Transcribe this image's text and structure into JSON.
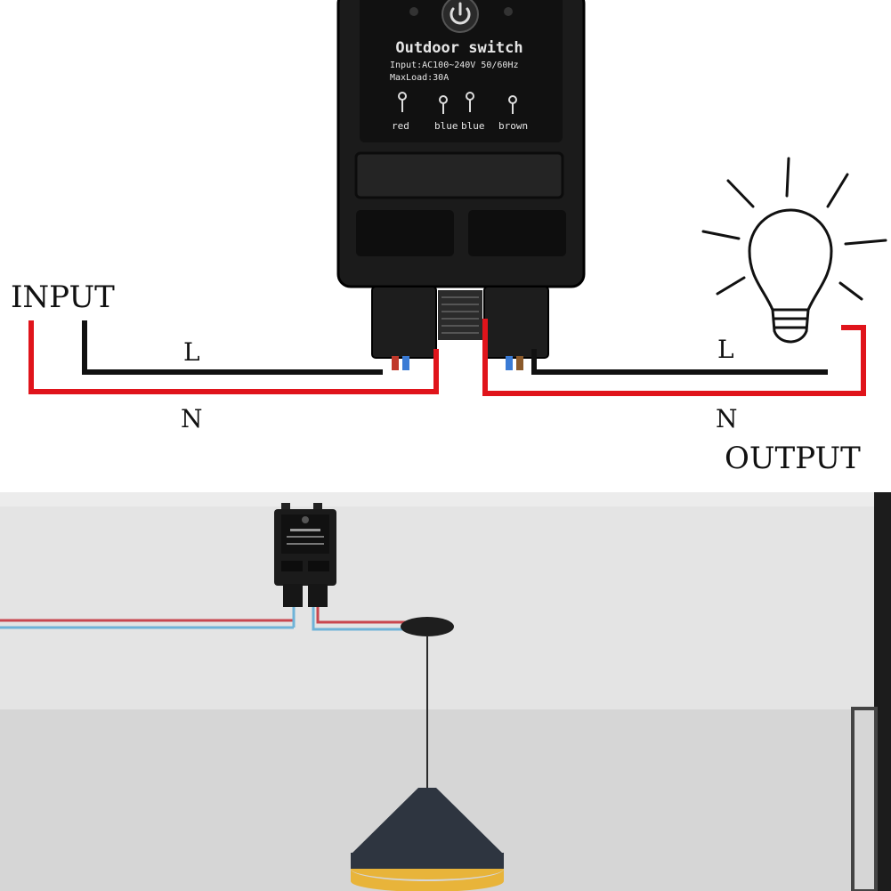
{
  "diagram": {
    "input_label": "INPUT",
    "output_label": "OUTPUT",
    "input_l_label": "L",
    "input_n_label": "N",
    "output_l_label": "L",
    "output_n_label": "N"
  },
  "device": {
    "title": "Outdoor switch",
    "spec_line_1": "Input:AC100~240V 50/60Hz",
    "spec_line_2": "MaxLoad:30A",
    "terminal_labels": [
      "red",
      "blue",
      "blue",
      "brown"
    ]
  },
  "colors": {
    "live_wire": "#111111",
    "neutral_wire": "#e0141b",
    "device_body": "#1b1b1b",
    "photo_wire_red": "#c9474f",
    "photo_wire_blue": "#6fb3d8",
    "lamp_shade": "#2e3540",
    "lamp_inner": "#e8b43a"
  }
}
